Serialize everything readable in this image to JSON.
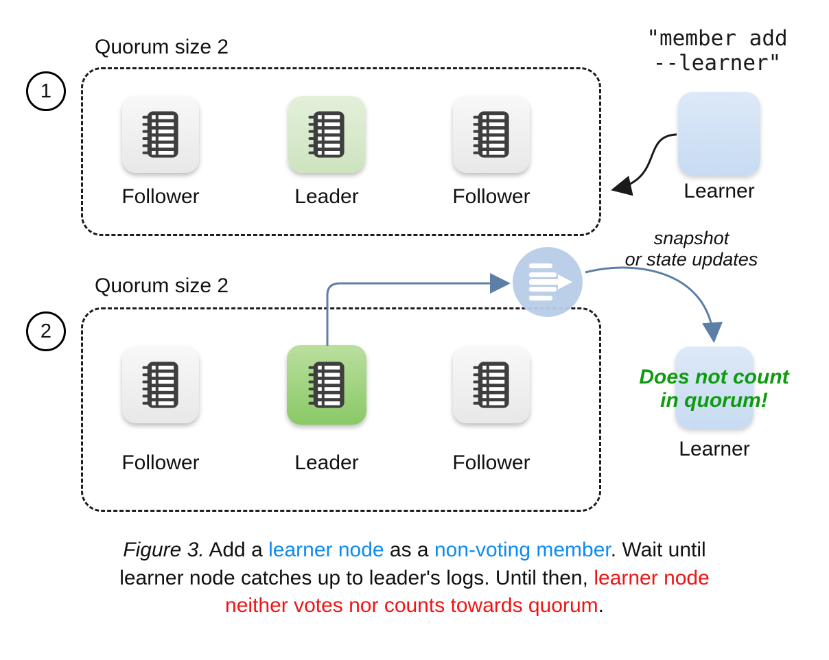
{
  "step1": {
    "badge": "1",
    "quorum_label": "Quorum size 2",
    "nodes": [
      "Follower",
      "Leader",
      "Follower"
    ],
    "command": "\"member add\n--learner\"",
    "learner_label": "Learner"
  },
  "step2": {
    "badge": "2",
    "quorum_label": "Quorum size 2",
    "nodes": [
      "Follower",
      "Leader",
      "Follower"
    ],
    "snapshot_label": "snapshot\nor state updates",
    "quorum_note": "Does not count\nin quorum!",
    "learner_label": "Learner"
  },
  "caption": {
    "figure_label": "Figure 3.",
    "line1_a": " Add a ",
    "line1_blue1": "learner node",
    "line1_b": " as a ",
    "line1_blue2": "non-voting member",
    "line1_c": ". Wait until",
    "line2_a": "learner node catches up to leader's logs. Until then, ",
    "line2_red": "learner node",
    "line3_red": "neither votes nor counts towards quorum",
    "line3_a": "."
  },
  "colors": {
    "link_blue": "#0d8bf2",
    "warning_red": "#f01414",
    "note_green": "#0f9b0f",
    "connector_blue": "#5b7fa6",
    "learner_fill": "#cfe0f4",
    "leader_light_fill": "#d8e9cc",
    "leader_strong_fill": "#9ccf78",
    "follower_fill": "#efefef",
    "node_glyph": "#3e3e3e"
  }
}
